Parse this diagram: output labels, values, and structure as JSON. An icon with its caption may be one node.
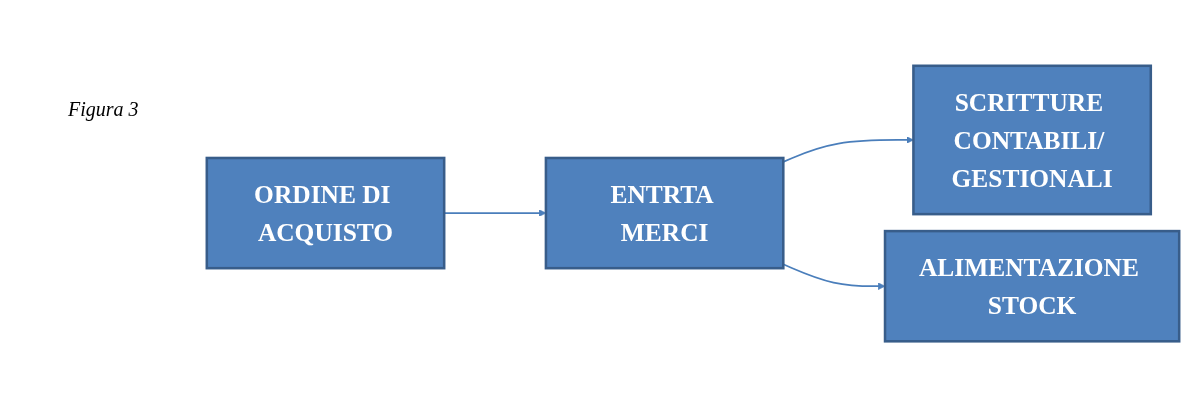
{
  "diagram": {
    "nodes": [
      {
        "text": [
          "ORDINE DI ACQUISTO"
        ]
      },
      {
        "text": [
          "ENTRTA MERCI"
        ]
      },
      {
        "text": [
          "SCRITTURE CONTABILI/ GESTIONALI"
        ]
      },
      {
        "text": [
          "ALIMENTAZIONE STOCK"
        ]
      }
    ],
    "edges": [
      {
        "from": 0,
        "to": 1,
        "arrow": "to"
      },
      {
        "from": 1,
        "to": 2,
        "arrow": "to"
      },
      {
        "from": 1,
        "to": 3,
        "arrow": "to"
      }
    ],
    "labels": [
      "Figura 3"
    ]
  }
}
